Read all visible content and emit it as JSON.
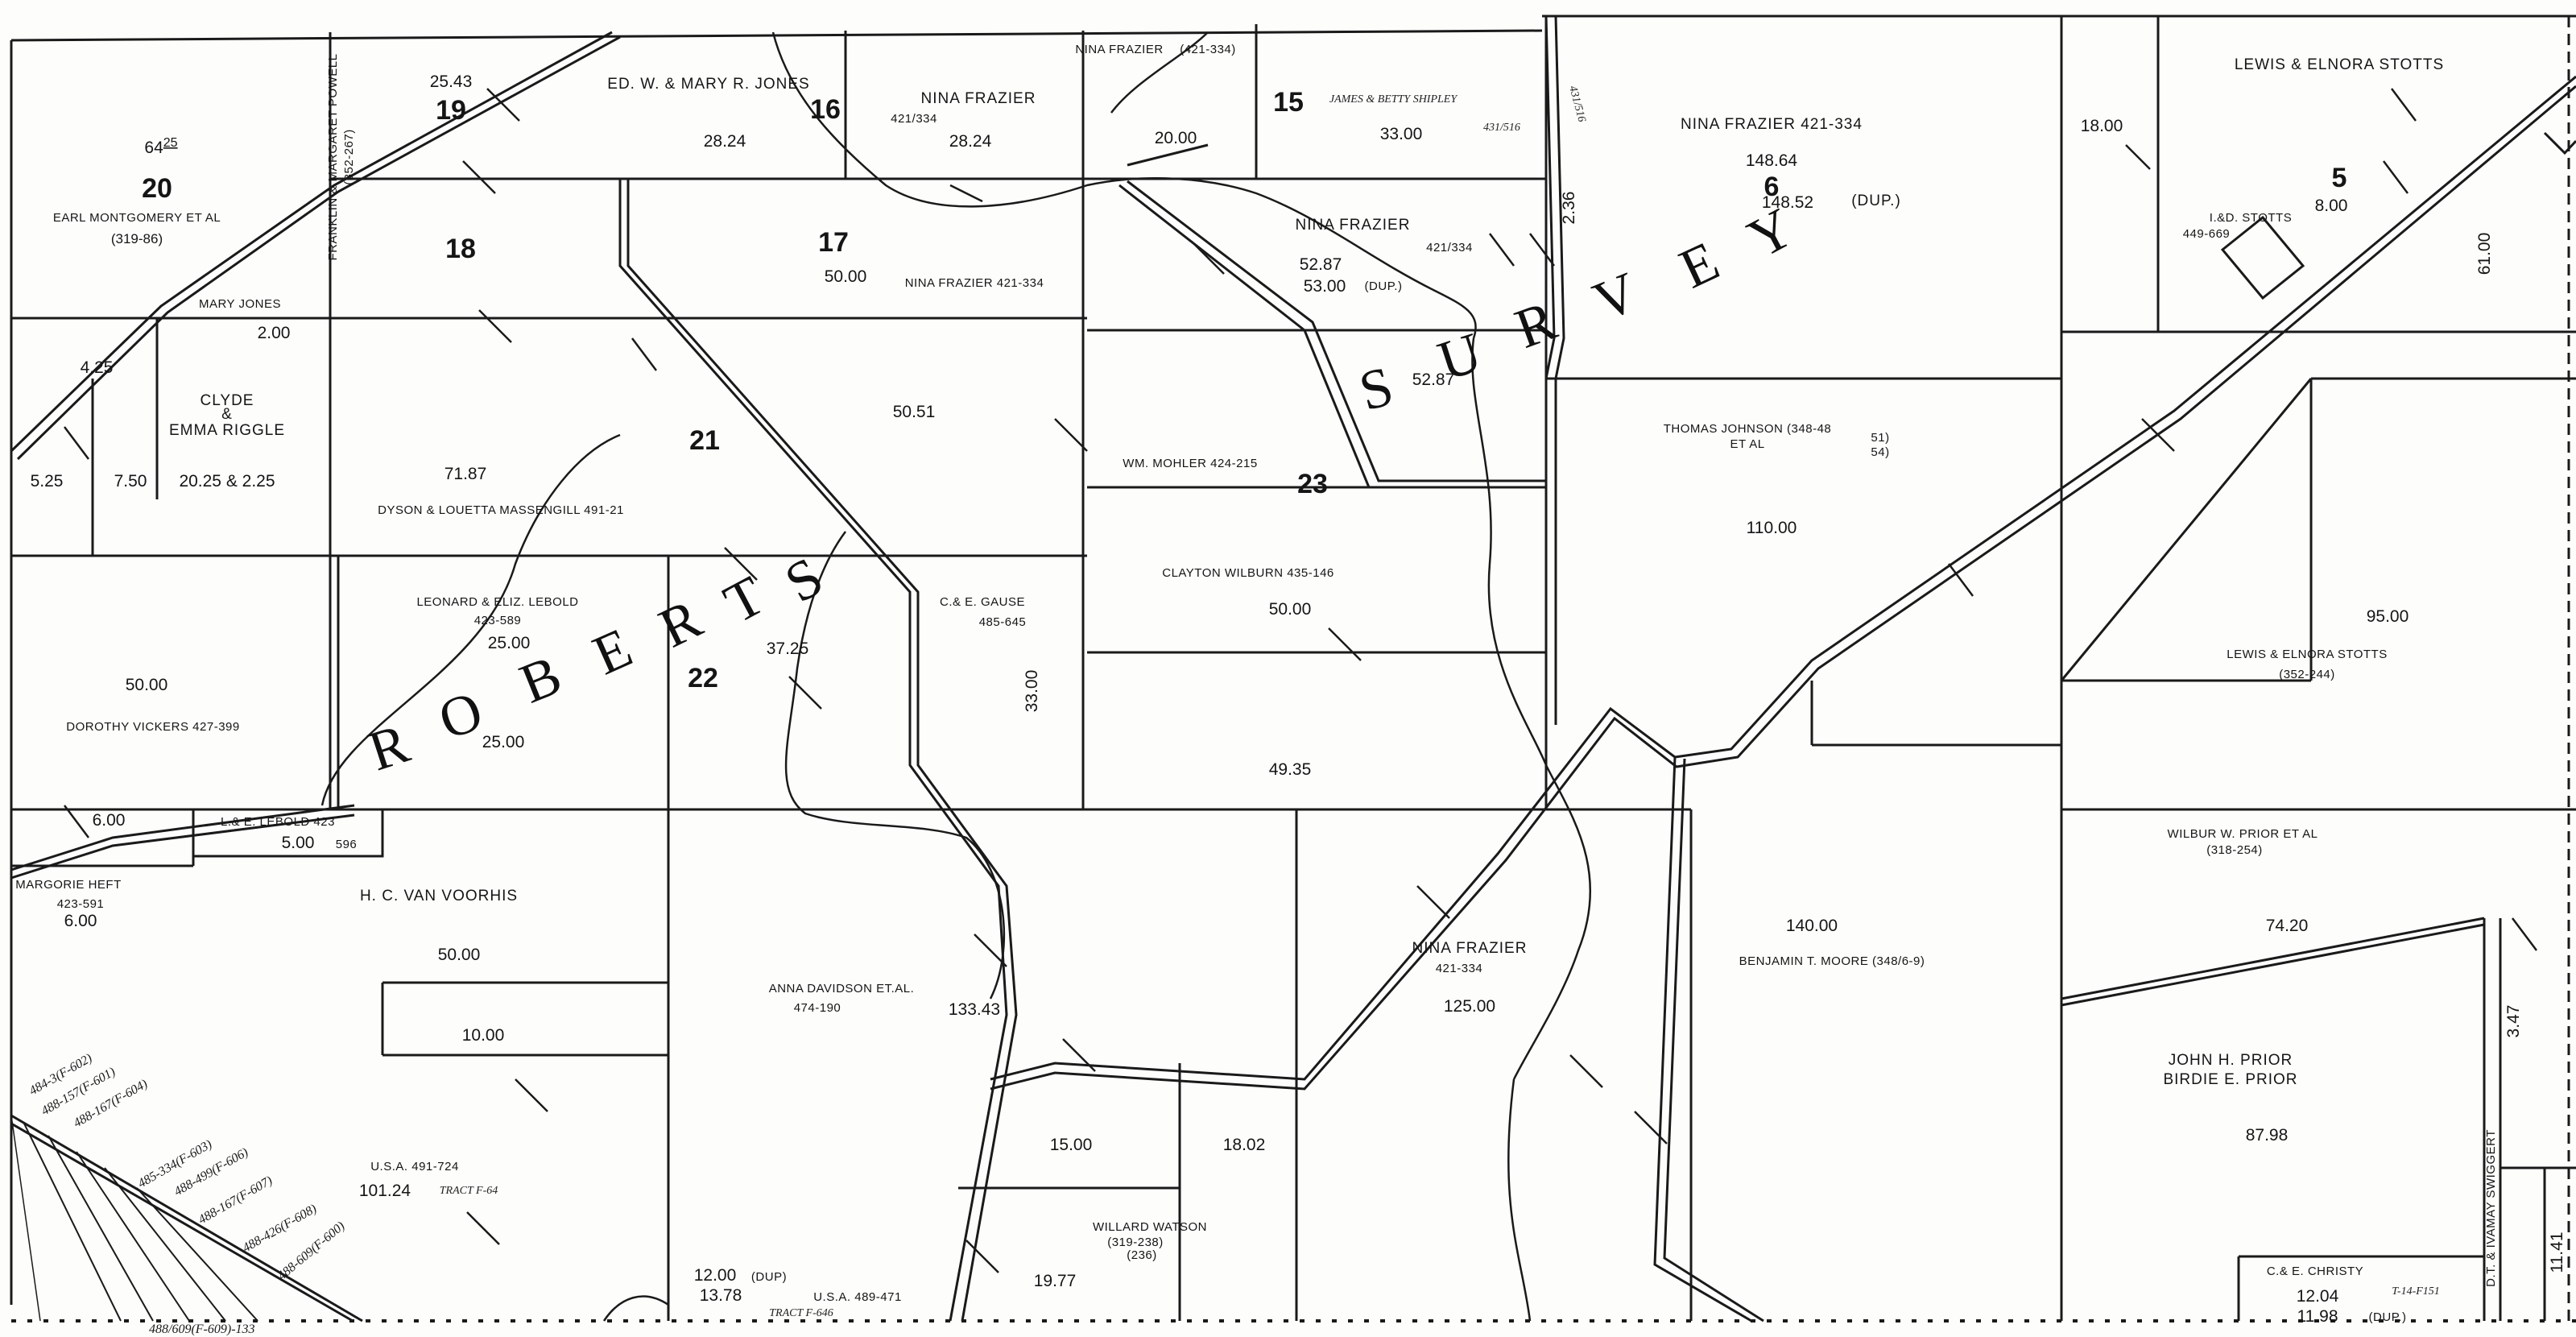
{
  "survey": {
    "roberts": [
      "R",
      "O",
      "B",
      "E",
      "R",
      "T",
      "S"
    ],
    "survey": [
      "S",
      "U",
      "R",
      "V",
      "E",
      "Y"
    ]
  },
  "sections": [
    "20",
    "19",
    "16",
    "15",
    "18",
    "17",
    "21",
    "22",
    "23",
    "6",
    "5"
  ],
  "parcels": [
    {
      "owner": "EARL MONTGOMERY ET AL",
      "deed": "(319-86)",
      "acres": "64.25"
    },
    {
      "owner": "MARY JONES",
      "deed": "",
      "acres": "2.00"
    },
    {
      "owner": "CLYDE & EMMA RIGGLE",
      "deed": "",
      "acres": "20.25 & 2.25"
    },
    {
      "owner": "FRANKLIN & MARGARET POWELL",
      "deed": "(352-267)",
      "acres": "25.43"
    },
    {
      "owner": "ED. W. & MARY R. JONES",
      "deed": "",
      "acres": "28.24"
    },
    {
      "owner": "NINA FRAZIER",
      "deed": "421/334",
      "acres": "28.24"
    },
    {
      "owner": "NINA FRAZIER",
      "deed": "(421-334)",
      "acres": "20.00"
    },
    {
      "owner": "JAMES & BETTY SHIPLEY",
      "deed": "431/516",
      "acres": "33.00"
    },
    {
      "owner": "NINA FRAZIER 421-334",
      "deed": "",
      "acres": "148.64"
    },
    {
      "owner": "LEWIS & ELNORA STOTTS",
      "deed": "",
      "acres": "18.00"
    },
    {
      "owner": "I.& D. STOTTS",
      "deed": "449-669",
      "acres": "8.00"
    },
    {
      "owner": "NINA FRAZIER 421-334",
      "deed": "",
      "acres": "50.00"
    },
    {
      "owner": "NINA FRAZIER",
      "deed": "421/334",
      "acres": "52.87"
    },
    {
      "owner": "DYSON & LOUETTA MASSENGILL 491-21",
      "deed": "",
      "acres": "71.87"
    },
    {
      "owner": "WM. MOHLER 424-215",
      "deed": "",
      "acres": "50.51"
    },
    {
      "owner": "THOMAS JOHNSON (348-48, 51, 54) ET AL",
      "deed": "",
      "acres": "110.00"
    },
    {
      "owner": "LEONARD & ELIZ. LEBOLD",
      "deed": "423-589",
      "acres": "25.00"
    },
    {
      "owner": "C.& E. GAUSE",
      "deed": "485-645",
      "acres": "33.00"
    },
    {
      "owner": "CLAYTON WILBURN 435-146",
      "deed": "",
      "acres": "50.00"
    },
    {
      "owner": "DOROTHY VICKERS 427-399",
      "deed": "",
      "acres": "50.00"
    },
    {
      "owner": "LEWIS & ELNORA STOTTS",
      "deed": "(352-244)",
      "acres": "95.00"
    },
    {
      "owner": "L.& E. LEBOLD 423",
      "deed": "596",
      "acres": "5.00"
    },
    {
      "owner": "MARGORIE HEFT",
      "deed": "423-591",
      "acres": "6.00"
    },
    {
      "owner": "H. C. VAN VOORHIS",
      "deed": "",
      "acres": "50.00"
    },
    {
      "owner": "WILBUR W. PRIOR ET AL",
      "deed": "(318-254)",
      "acres": "74.20"
    },
    {
      "owner": "ANNA DAVIDSON ET.AL.",
      "deed": "474-190",
      "acres": "133.43"
    },
    {
      "owner": "NINA FRAZIER",
      "deed": "421-334",
      "acres": "125.00"
    },
    {
      "owner": "BENJAMIN T. MOORE (348/6-9)",
      "deed": "",
      "acres": "140.00"
    },
    {
      "owner": "JOHN H. PRIOR / BIRDIE E. PRIOR",
      "deed": "",
      "acres": "87.98"
    },
    {
      "owner": "U.S.A. 491-724",
      "deed": "TRACT F-64",
      "acres": "101.24"
    },
    {
      "owner": "WILLARD WATSON",
      "deed": "(319-238) (236)",
      "acres": "19.77"
    },
    {
      "owner": "U.S.A. 489-471",
      "deed": "TRACT F-646",
      "acres": "13.78"
    },
    {
      "owner": "C.& E. CHRISTY",
      "deed": "T-14-F151",
      "acres": "12.04 / 11.98"
    },
    {
      "owner": "D.T. & IVAMAY SWIGGERT",
      "deed": "",
      "acres": "3.47"
    }
  ],
  "labels": {
    "earl": "EARL MONTGOMERY ET AL",
    "earl_deed": "(319-86)",
    "earl_ac": "64",
    "earl_ac_frac": "25",
    "mary_jones": "MARY JONES",
    "clyde1": "CLYDE",
    "clyde2": "&",
    "clyde3": "EMMA RIGGLE",
    "powell": "FRANKLIN & MARGARET POWELL",
    "powell_deed": "(352-267)",
    "edjones": "ED. W. & MARY R. JONES",
    "nina": "NINA FRAZIER",
    "nina_deed_top": "(421-334)",
    "nina_421334": "421/334",
    "shipley": "JAMES & BETTY SHIPLEY",
    "shipley_deed": "431/516",
    "nina_big": "NINA  FRAZIER 421-334",
    "dup": "(DUP.)",
    "dup_short": "(DUP.)",
    "stotts_top": "LEWIS & ELNORA STOTTS",
    "id_stotts": "I.&D. STOTTS",
    "id_stotts_deed": "449-669",
    "nina17": "NINA  FRAZIER 421-334",
    "dyson": "DYSON & LOUETTA  MASSENGILL 491-21",
    "mohler": "WM. MOHLER 424-215",
    "johnson1": "THOMAS JOHNSON (348-48",
    "johnson2": "ET AL",
    "johnson3": "51)",
    "johnson4": "54)",
    "lebold": "LEONARD & ELIZ. LEBOLD",
    "lebold_deed": "423-589",
    "gause": "C.& E. GAUSE",
    "gause_deed": "485-645",
    "wilburn": "CLAYTON WILBURN 435-146",
    "vickers": "DOROTHY VICKERS 427-399",
    "stotts2": "LEWIS & ELNORA STOTTS",
    "stotts2_deed": "(352-244)",
    "lebold2": "L.& E. LEBOLD 423",
    "lebold2_deed": "596",
    "heft": "MARGORIE HEFT",
    "heft_deed": "423-591",
    "voorhis": "H. C. VAN VOORHIS",
    "prior_w": "WILBUR W. PRIOR ET AL",
    "prior_w_deed": "(318-254)",
    "davidson": "ANNA DAVIDSON ET.AL.",
    "davidson_deed": "474-190",
    "nina_south": "NINA  FRAZIER",
    "nina_south_deed": "421-334",
    "moore": "BENJAMIN T. MOORE  (348/6-9)",
    "prior_j1": "JOHN H. PRIOR",
    "prior_j2": "BIRDIE E. PRIOR",
    "usa1": "U.S.A. 491-724",
    "usa1_tract": "TRACT F-64",
    "watson": "WILLARD WATSON",
    "watson_deed": "(319-238)",
    "watson_deed2": "(236)",
    "usa2": "U.S.A. 489-471",
    "usa2_tract": "TRACT F-646",
    "dup2": "(DUP)",
    "christy": "C.& E. CHRISTY",
    "christy_deed": "T-14-F151",
    "swiggert": "D.T. & IVAMAY SWIGGERT"
  }
}
